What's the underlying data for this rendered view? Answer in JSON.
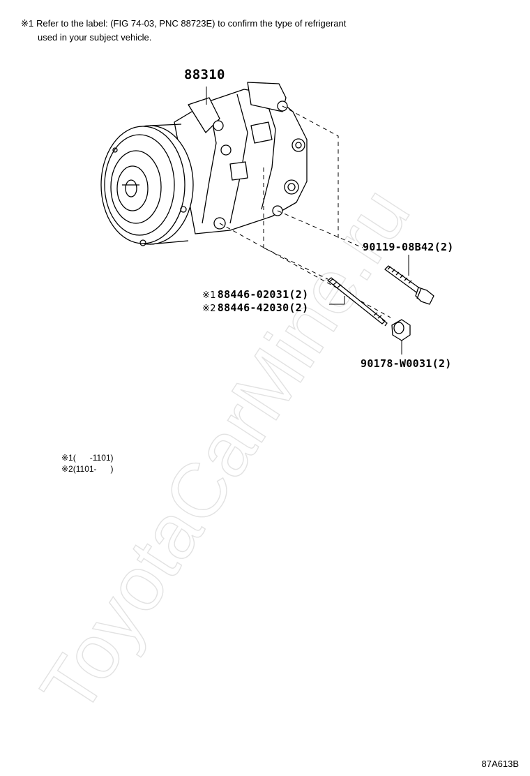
{
  "note": {
    "mark": "※1",
    "line1": "Refer to the label: (FIG 74-03, PNC 88723E) to confirm the type of refrigerant",
    "line2": "used in your subject vehicle."
  },
  "parts": {
    "compressor": "88310",
    "bolt": "90119-08B42(2)",
    "stud1": {
      "mark": "※1",
      "number": "88446-02031(2)"
    },
    "stud2": {
      "mark": "※2",
      "number": "88446-42030(2)"
    },
    "nut": "90178-W0031(2)"
  },
  "legend": [
    {
      "mark": "※1",
      "range": "(      -1101)"
    },
    {
      "mark": "※2",
      "range": "(1101-      )"
    }
  ],
  "watermark": "ToyotaCarMine.ru",
  "illustration_code": "87A613B"
}
